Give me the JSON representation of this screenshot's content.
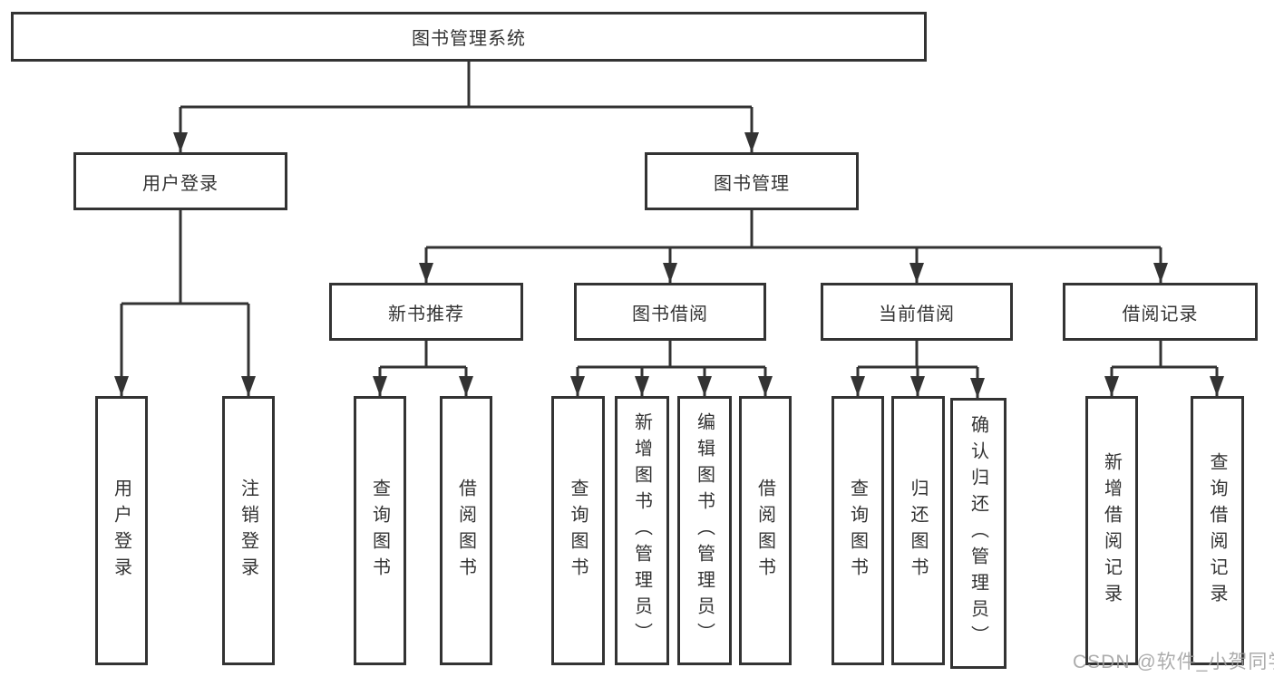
{
  "colors": {
    "line": "#333333",
    "text": "#333333",
    "background": "#ffffff",
    "watermark": "#9e9e9e"
  },
  "diagram": {
    "title_node": {
      "label": "图书管理系统"
    },
    "level1": [
      {
        "label": "用户登录",
        "parent": "图书管理系统"
      },
      {
        "label": "图书管理",
        "parent": "图书管理系统"
      }
    ],
    "level2": [
      {
        "label": "新书推荐",
        "parent": "图书管理"
      },
      {
        "label": "图书借阅",
        "parent": "图书管理"
      },
      {
        "label": "当前借阅",
        "parent": "图书管理"
      },
      {
        "label": "借阅记录",
        "parent": "图书管理"
      }
    ],
    "leaves": [
      {
        "label": "用户登录",
        "parent": "用户登录"
      },
      {
        "label": "注销登录",
        "parent": "用户登录"
      },
      {
        "label": "查询图书",
        "parent": "新书推荐"
      },
      {
        "label": "借阅图书",
        "parent": "新书推荐"
      },
      {
        "label": "查询图书",
        "parent": "图书借阅"
      },
      {
        "label": "新增图书（管理员）",
        "parent": "图书借阅"
      },
      {
        "label": "编辑图书（管理员）",
        "parent": "图书借阅"
      },
      {
        "label": "借阅图书",
        "parent": "图书借阅"
      },
      {
        "label": "查询图书",
        "parent": "当前借阅"
      },
      {
        "label": "归还图书",
        "parent": "当前借阅"
      },
      {
        "label": "确认归还（管理员）",
        "parent": "当前借阅"
      },
      {
        "label": "新增借阅记录",
        "parent": "借阅记录"
      },
      {
        "label": "查询借阅记录",
        "parent": "借阅记录"
      }
    ]
  },
  "watermark": {
    "text": "CSDN @软件_小贺同学"
  }
}
